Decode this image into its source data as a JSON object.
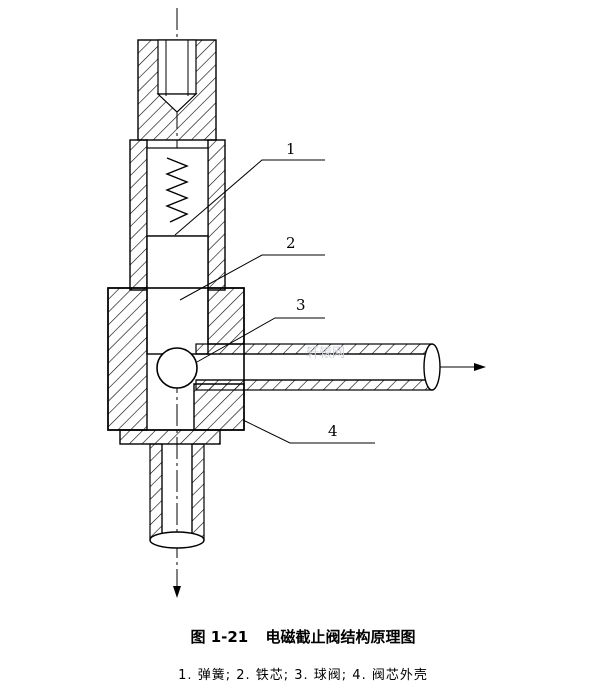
{
  "figure": {
    "labels": {
      "l1": "1",
      "l2": "2",
      "l3": "3",
      "l4": "4"
    },
    "watermark": "轩辕网"
  },
  "caption": {
    "number": "图 1-21",
    "title": "电磁截止阀结构原理图",
    "legend": "1. 弹簧; 2. 铁芯; 3. 球阀; 4. 阀芯外壳"
  }
}
